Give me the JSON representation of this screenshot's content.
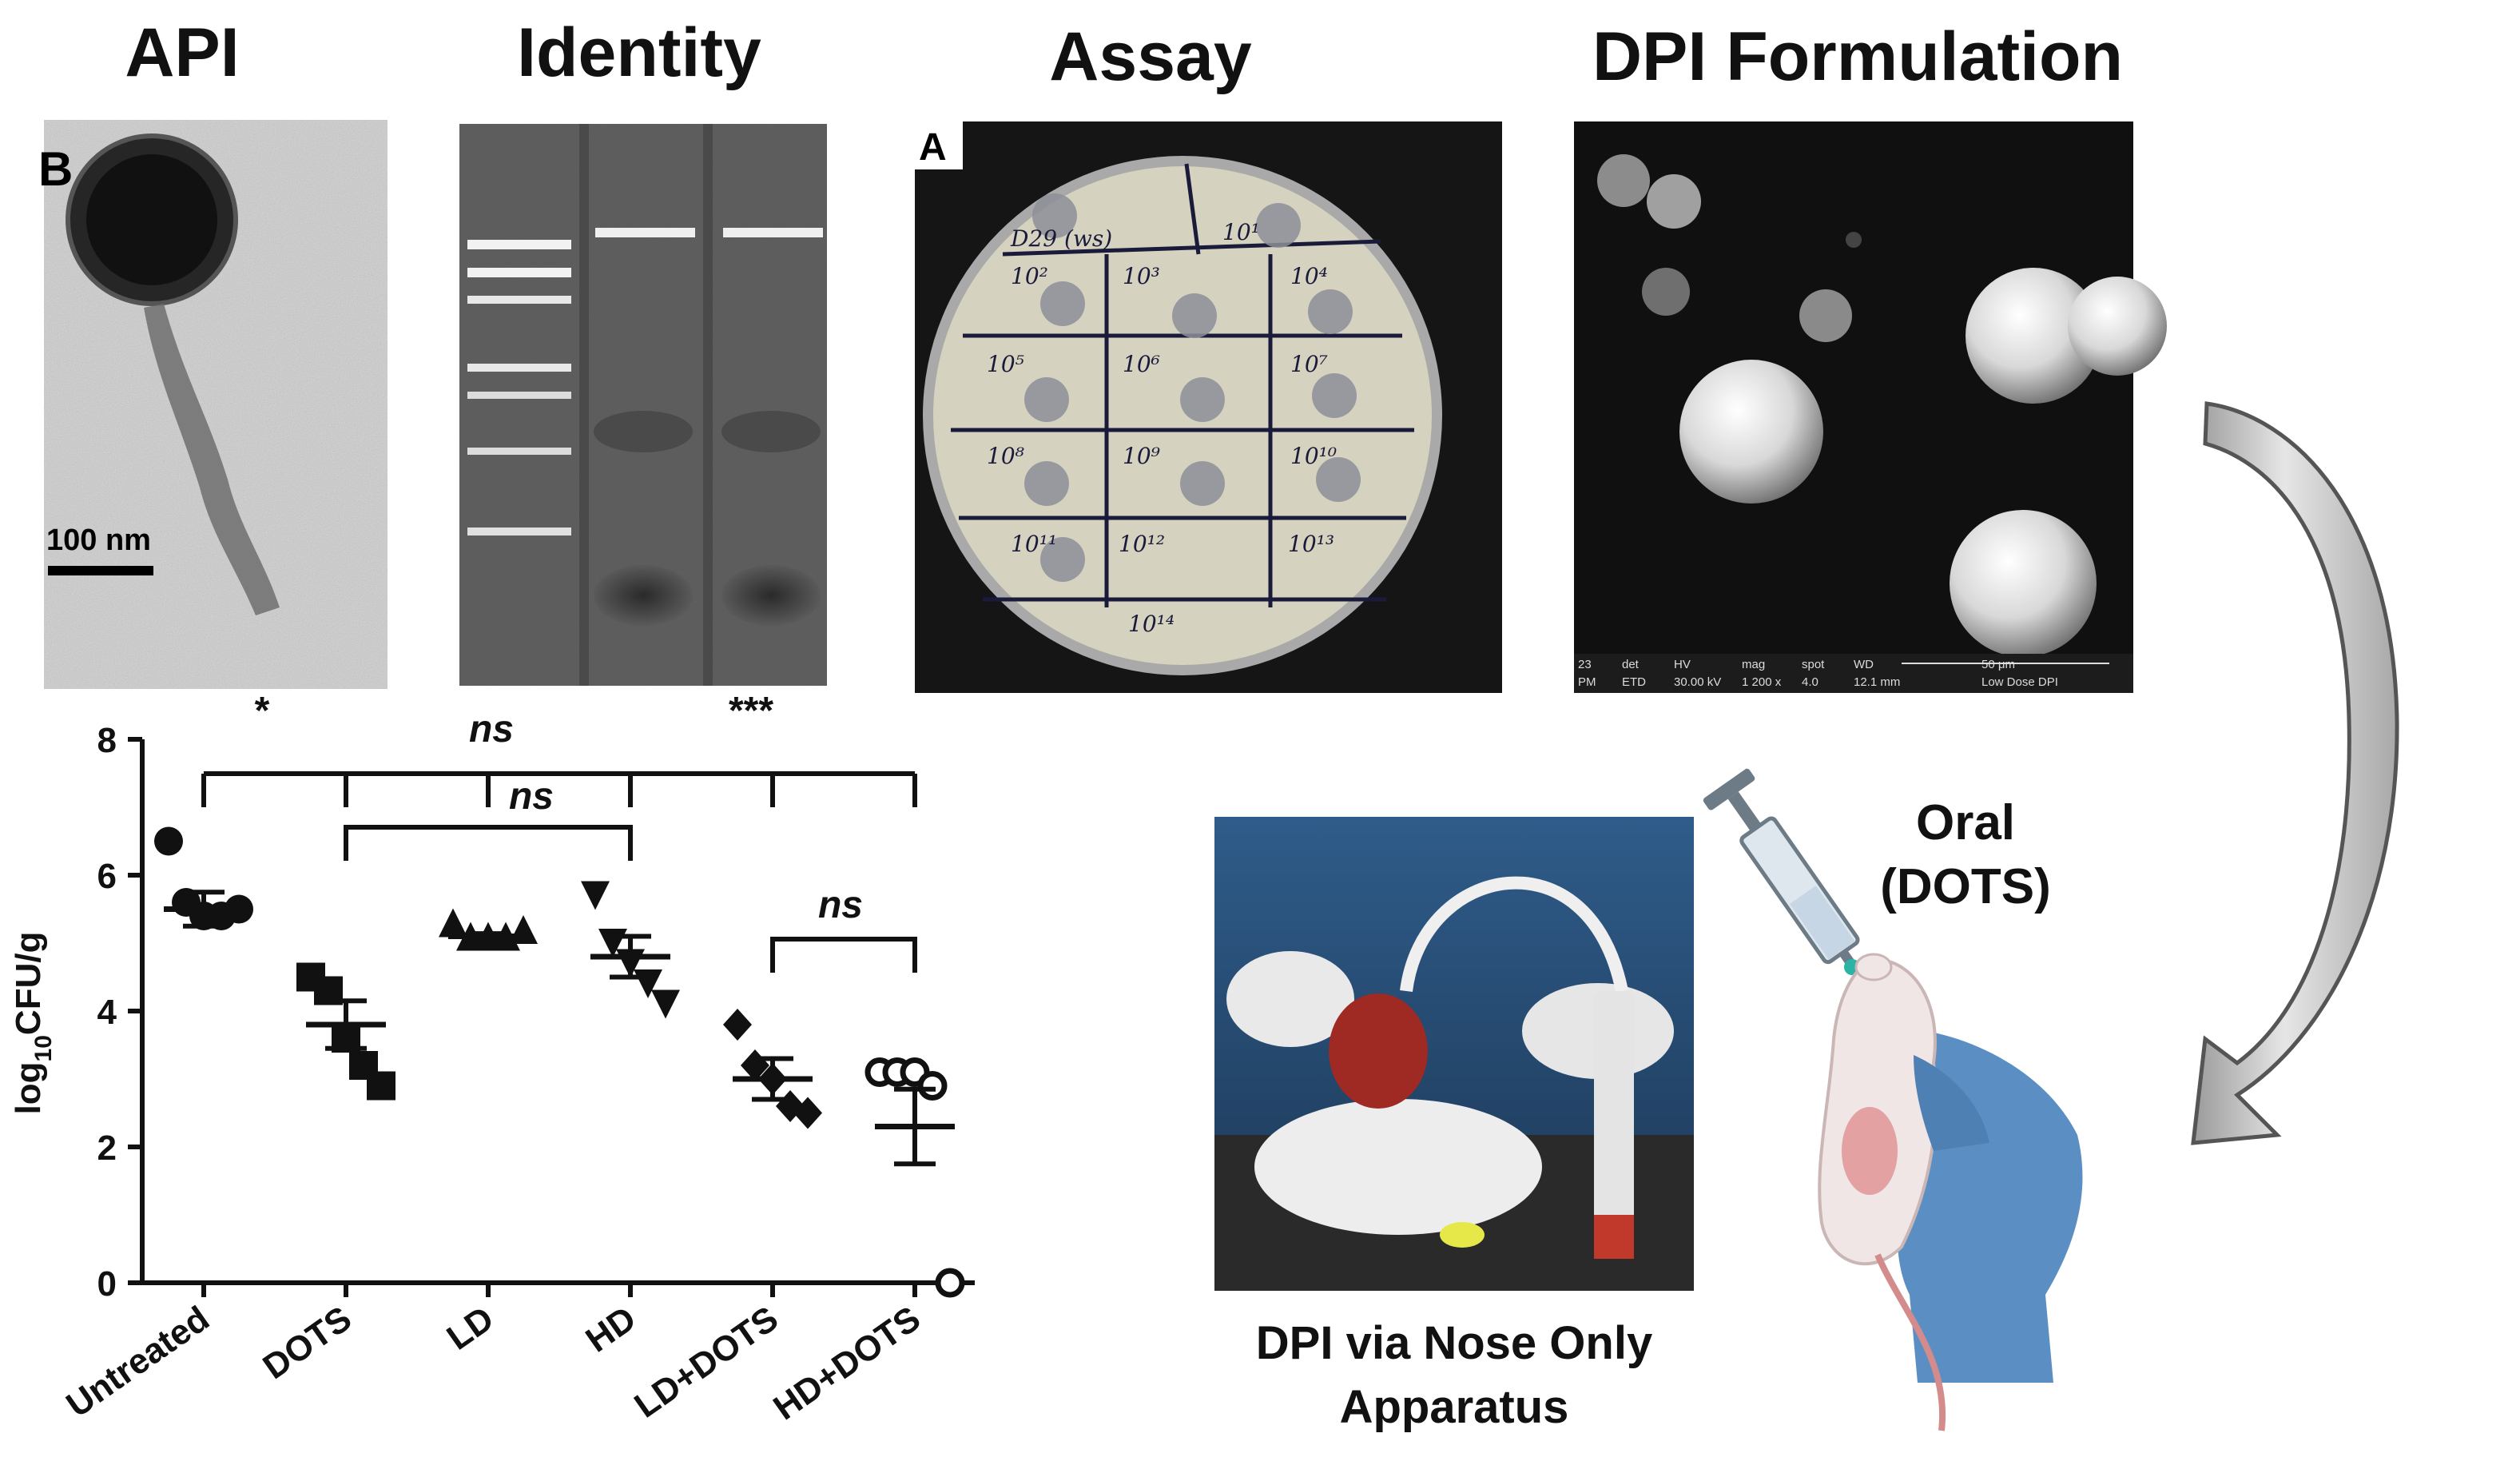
{
  "titles": {
    "api": "API",
    "identity": "Identity",
    "assay": "Assay",
    "dpi_formulation": "DPI Formulation"
  },
  "api_panel": {
    "panel_letter": "B",
    "scale_bar_label": "100 nm"
  },
  "assay_panel": {
    "panel_letter": "A",
    "plate_labels": [
      "D29 (ws)",
      "10¹",
      "10²",
      "10³",
      "10⁴",
      "10⁵",
      "10⁶",
      "10⁷",
      "10⁸",
      "10⁹",
      "10¹⁰",
      "10¹¹",
      "10¹²",
      "10¹³",
      "10¹⁴"
    ]
  },
  "sem_panel": {
    "footer_row1": [
      "23",
      "det",
      "HV",
      "mag",
      "spot",
      "WD",
      "50 μm"
    ],
    "footer_row2": [
      "PM",
      "ETD",
      "30.00 kV",
      "1 200 x",
      "4.0",
      "12.1 mm",
      "Low Dose DPI"
    ]
  },
  "chart_data": {
    "type": "scatter",
    "ylabel": "log10CFU/g",
    "ylabel_main": "log",
    "ylabel_sub": "10",
    "ylabel_tail": "CFU/g",
    "ylim": [
      0,
      8
    ],
    "yticks": [
      "0",
      "2",
      "4",
      "6",
      "8"
    ],
    "categories": [
      "Untreated",
      "DOTS",
      "LD",
      "HD",
      "LD+DOTS",
      "HD+DOTS"
    ],
    "markers": [
      "circle",
      "square",
      "triangle-up",
      "triangle-down",
      "diamond",
      "circle-open"
    ],
    "points": [
      [
        6.5,
        5.6,
        5.4,
        5.4,
        5.5
      ],
      [
        4.5,
        4.3,
        3.6,
        3.2,
        2.9
      ],
      [
        5.3,
        5.1,
        5.1,
        5.1,
        5.2
      ],
      [
        5.7,
        5.0,
        4.7,
        4.4,
        4.1
      ],
      [
        3.8,
        3.2,
        3.0,
        2.6,
        2.5
      ],
      [
        3.1,
        3.1,
        3.1,
        2.9,
        0.0
      ]
    ],
    "means": [
      5.5,
      3.8,
      5.1,
      4.8,
      3.0,
      2.3
    ],
    "sems": [
      0.25,
      0.35,
      0.04,
      0.3,
      0.3,
      0.55
    ],
    "significance": [
      {
        "label": "*",
        "from": 0,
        "to": 1
      },
      {
        "label": "ns",
        "from": 0,
        "to": 3
      },
      {
        "label": "***",
        "from": 0,
        "to": 5
      },
      {
        "label": "ns",
        "from": 1,
        "to": 3
      },
      {
        "label": "ns",
        "from": 4,
        "to": 5
      }
    ]
  },
  "procedure": {
    "dpi_caption_line1": "DPI via Nose Only",
    "dpi_caption_line2": "Apparatus",
    "oral_line1": "Oral",
    "oral_line2": "(DOTS)"
  },
  "colors": {
    "micrograph_bg": "#cfcfcf",
    "gel_bg": "#5a5a5a",
    "sem_bg": "#101010",
    "plate_bg": "#151515",
    "agar": "#d6d2c0",
    "arrow_fill": "#c8c8c8",
    "glove_blue": "#5b8fc4",
    "accent_black": "#111111"
  }
}
